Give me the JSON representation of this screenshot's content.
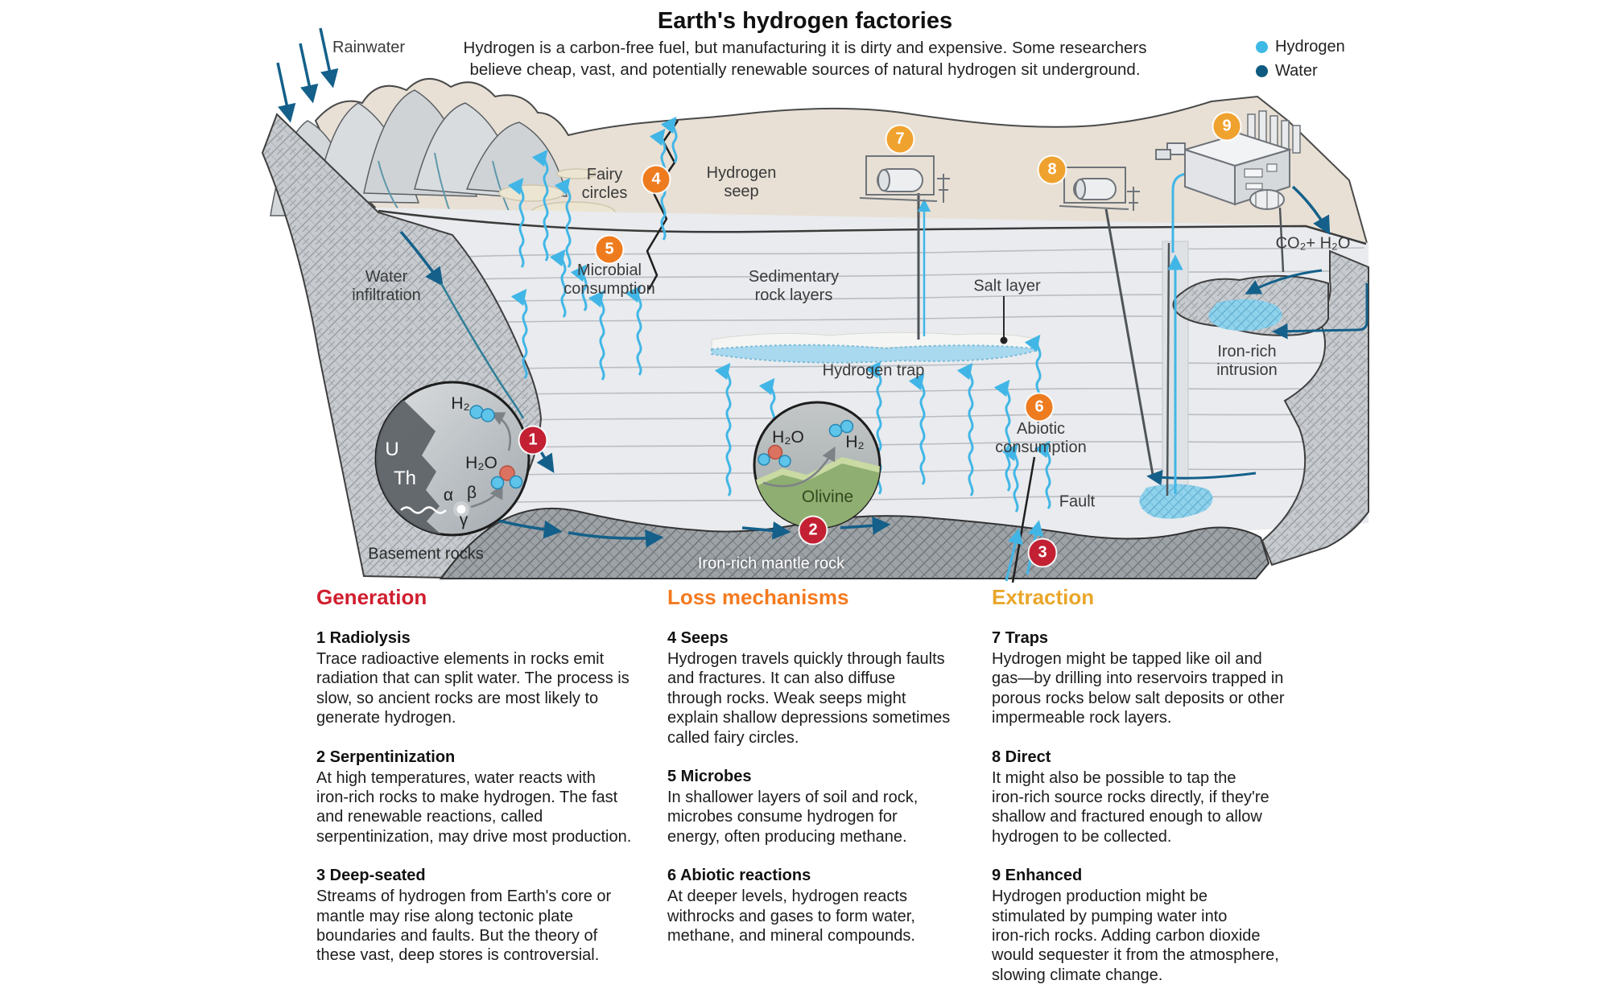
{
  "header": {
    "title": "Earth's hydrogen factories",
    "subtitle": "Hydrogen is a carbon-free fuel, but manufacturing it is dirty and expensive. Some researchers\nbelieve cheap, vast, and potentially renewable sources of natural hydrogen sit underground.",
    "legend": {
      "hydrogen_label": "Hydrogen",
      "water_label": "Water",
      "hydrogen_color": "#3fb9e6",
      "water_color": "#0e5a80"
    }
  },
  "diagram": {
    "labels": {
      "rainwater": "Rainwater",
      "fairy_circles": "Fairy\ncircles",
      "hydrogen_seep": "Hydrogen\nseep",
      "microbial_consumption": "Microbial\nconsumption",
      "sedimentary_rock_layers": "Sedimentary\nrock layers",
      "salt_layer": "Salt layer",
      "hydrogen_trap": "Hydrogen trap",
      "water_infiltration": "Water\ninfiltration",
      "abiotic_consumption": "Abiotic\nconsumption",
      "fault": "Fault",
      "iron_rich_intrusion": "Iron-rich\nintrusion",
      "co2_h2o": "CO₂+ H₂O",
      "basement_rocks": "Basement rocks",
      "iron_rich_mantle_rock": "Iron-rich mantle rock"
    },
    "radiolysis_inset": {
      "h2": "H₂",
      "h2o": "H₂O",
      "u": "U",
      "th": "Th",
      "alpha": "α",
      "beta": "β",
      "gamma": "γ"
    },
    "olivine_inset": {
      "h2": "H₂",
      "h2o": "H₂O",
      "olivine": "Olivine"
    },
    "badges": [
      "1",
      "2",
      "3",
      "4",
      "5",
      "6",
      "7",
      "8",
      "9"
    ]
  },
  "columns": [
    {
      "heading": "Generation",
      "heading_color": "#d01f2f",
      "items": [
        {
          "title": "1 Radiolysis",
          "body": "Trace radioactive elements in rocks emit\nradiation that can split water. The process is\nslow, so ancient rocks are most likely to\ngenerate hydrogen."
        },
        {
          "title": "2 Serpentinization",
          "body": "At high temperatures, water reacts with\niron-rich rocks to make hydrogen. The fast\nand renewable reactions, called\nserpentinization, may drive most production."
        },
        {
          "title": "3 Deep-seated",
          "body": "Streams of hydrogen from Earth's core or\nmantle may rise along tectonic plate\nboundaries and faults. But the theory of\nthese vast, deep stores is controversial."
        }
      ]
    },
    {
      "heading": "Loss mechanisms",
      "heading_color": "#f47a1f",
      "items": [
        {
          "title": "4 Seeps",
          "body": "Hydrogen travels quickly through faults\nand fractures. It can also diffuse\nthrough rocks. Weak seeps might\nexplain shallow depressions sometimes\ncalled fairy circles."
        },
        {
          "title": "5 Microbes",
          "body": "In shallower layers of soil and rock,\nmicrobes consume hydrogen for\nenergy, often producing methane."
        },
        {
          "title": "6 Abiotic reactions",
          "body": "At deeper levels, hydrogen reacts\nwithrocks and gases to form water,\nmethane, and mineral compounds."
        }
      ]
    },
    {
      "heading": "Extraction",
      "heading_color": "#eaa62a",
      "items": [
        {
          "title": "7 Traps",
          "body": "Hydrogen might be tapped like oil and\ngas—by drilling into reservoirs trapped in\nporous rocks below salt deposits or other\nimpermeable rock layers."
        },
        {
          "title": "8 Direct",
          "body": "It might also be possible to tap the\niron-rich source rocks directly, if they're\nshallow and fractured enough to allow\nhydrogen to be collected."
        },
        {
          "title": "9 Enhanced",
          "body": "Hydrogen production might be\nstimulated by pumping water into\niron-rich rocks. Adding carbon dioxide\nwould sequester it from the atmosphere,\nslowing climate change."
        }
      ]
    }
  ]
}
